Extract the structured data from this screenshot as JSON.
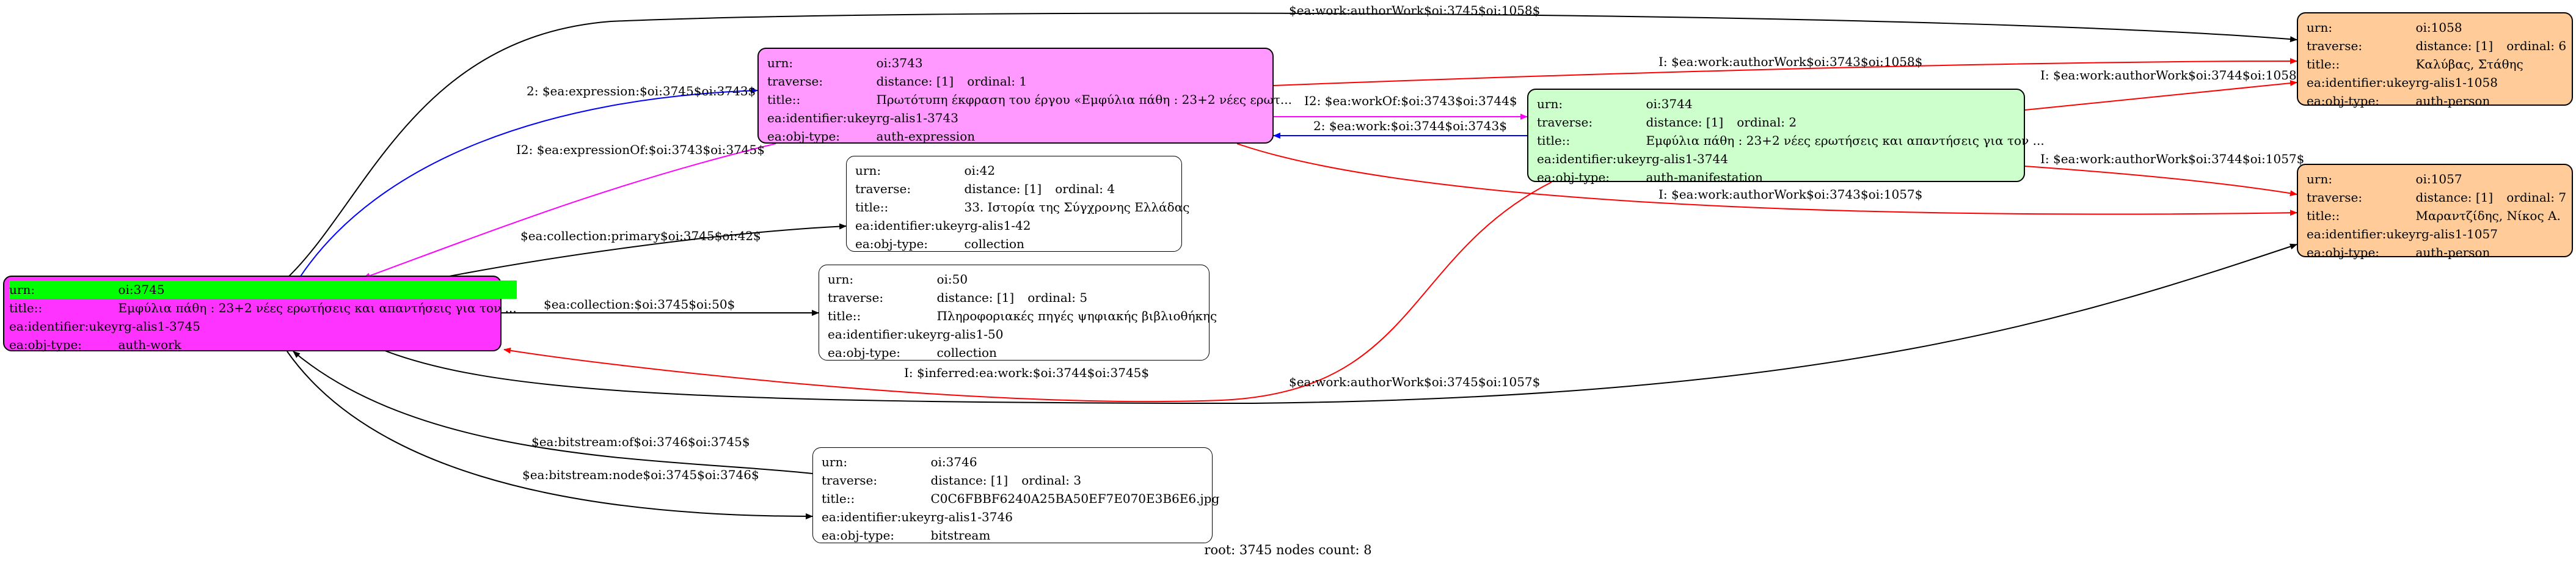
{
  "colors": {
    "work": "#ff33ff",
    "expression": "#ff99ff",
    "manifestation": "#ccffcc",
    "person": "#ffcc99",
    "collection": "#ffffff",
    "bitstream": "#ffffff",
    "root_highlight": "#00ff00",
    "edge_black": "#000000",
    "edge_blue": "#0000ff",
    "edge_red": "#ff0000",
    "edge_magenta": "#ff00ff"
  },
  "caption": "root: 3745 nodes count: 8",
  "nodes": {
    "n3745": {
      "urn_label": "urn:",
      "urn": "oi:3745",
      "title_label": "title::",
      "title": "Εμφύλια πάθη : 23+2 νέες ερωτήσεις και απαντήσεις για τον ...",
      "ukey_label": "ea:identifier:ukey",
      "ukey": "rg-alis1-3745",
      "type_label": "ea:obj-type:",
      "type": "auth-work"
    },
    "n3743": {
      "urn_label": "urn:",
      "urn": "oi:3743",
      "traverse_label": "traverse:",
      "distance": "distance: [1]",
      "ordinal": "ordinal: 1",
      "title_label": "title::",
      "title": "Πρωτότυπη έκφραση του έργου «Εμφύλια πάθη : 23+2 νέες ερωτ...",
      "ukey_label": "ea:identifier:ukey",
      "ukey": "rg-alis1-3743",
      "type_label": "ea:obj-type:",
      "type": "auth-expression"
    },
    "n42": {
      "urn_label": "urn:",
      "urn": "oi:42",
      "traverse_label": "traverse:",
      "distance": "distance: [1]",
      "ordinal": "ordinal: 4",
      "title_label": "title::",
      "title": "33. Ιστορία της Σύγχρονης Ελλάδας",
      "ukey_label": "ea:identifier:ukey",
      "ukey": "rg-alis1-42",
      "type_label": "ea:obj-type:",
      "type": "collection"
    },
    "n50": {
      "urn_label": "urn:",
      "urn": "oi:50",
      "traverse_label": "traverse:",
      "distance": "distance: [1]",
      "ordinal": "ordinal: 5",
      "title_label": "title::",
      "title": "Πληροφοριακές πηγές ψηφιακής βιβλιοθήκης",
      "ukey_label": "ea:identifier:ukey",
      "ukey": "rg-alis1-50",
      "type_label": "ea:obj-type:",
      "type": "collection"
    },
    "n3746": {
      "urn_label": "urn:",
      "urn": "oi:3746",
      "traverse_label": "traverse:",
      "distance": "distance: [1]",
      "ordinal": "ordinal: 3",
      "title_label": "title::",
      "title": "C0C6FBBF6240A25BA50EF7E070E3B6E6.jpg",
      "ukey_label": "ea:identifier:ukey",
      "ukey": "rg-alis1-3746",
      "type_label": "ea:obj-type:",
      "type": "bitstream"
    },
    "n3744": {
      "urn_label": "urn:",
      "urn": "oi:3744",
      "traverse_label": "traverse:",
      "distance": "distance: [1]",
      "ordinal": "ordinal: 2",
      "title_label": "title::",
      "title": "Εμφύλια πάθη : 23+2 νέες ερωτήσεις και απαντήσεις για τον ...",
      "ukey_label": "ea:identifier:ukey",
      "ukey": "rg-alis1-3744",
      "type_label": "ea:obj-type:",
      "type": "auth-manifestation"
    },
    "n1058": {
      "urn_label": "urn:",
      "urn": "oi:1058",
      "traverse_label": "traverse:",
      "distance": "distance: [1]",
      "ordinal": "ordinal: 6",
      "title_label": "title::",
      "title": "Καλύβας, Στάθης",
      "ukey_label": "ea:identifier:ukey",
      "ukey": "rg-alis1-1058",
      "type_label": "ea:obj-type:",
      "type": "auth-person"
    },
    "n1057": {
      "urn_label": "urn:",
      "urn": "oi:1057",
      "traverse_label": "traverse:",
      "distance": "distance: [1]",
      "ordinal": "ordinal: 7",
      "title_label": "title::",
      "title": "Μαραντζίδης, Νίκος Α.",
      "ukey_label": "ea:identifier:ukey",
      "ukey": "rg-alis1-1057",
      "type_label": "ea:obj-type:",
      "type": "auth-person"
    }
  },
  "edges": {
    "e_author_1058": "$ea:work:authorWork$oi:3745$oi:1058$",
    "e_expression": "2: $ea:expression:$oi:3745$oi:3743$",
    "e_expressionOf": "I2: $ea:expressionOf:$oi:3743$oi:3745$",
    "e_primary": "$ea:collection:primary$oi:3745$oi:42$",
    "e_collection": "$ea:collection:$oi:3745$oi:50$",
    "e_inferred": "I: $inferred:ea:work:$oi:3744$oi:3745$",
    "e_author_1057": "$ea:work:authorWork$oi:3745$oi:1057$",
    "e_bitstreamOf": "$ea:bitstream:of$oi:3746$oi:3745$",
    "e_bitstreamNode": "$ea:bitstream:node$oi:3745$oi:3746$",
    "e_workOf": "I2: $ea:workOf:$oi:3743$oi:3744$",
    "e_work": "2: $ea:work:$oi:3744$oi:3743$",
    "e_I_3743_1058": "I: $ea:work:authorWork$oi:3743$oi:1058$",
    "e_I_3743_1057": "I: $ea:work:authorWork$oi:3743$oi:1057$",
    "e_I_3744_1058": "I: $ea:work:authorWork$oi:3744$oi:1058$",
    "e_I_3744_1057": "I: $ea:work:authorWork$oi:3744$oi:1057$"
  }
}
